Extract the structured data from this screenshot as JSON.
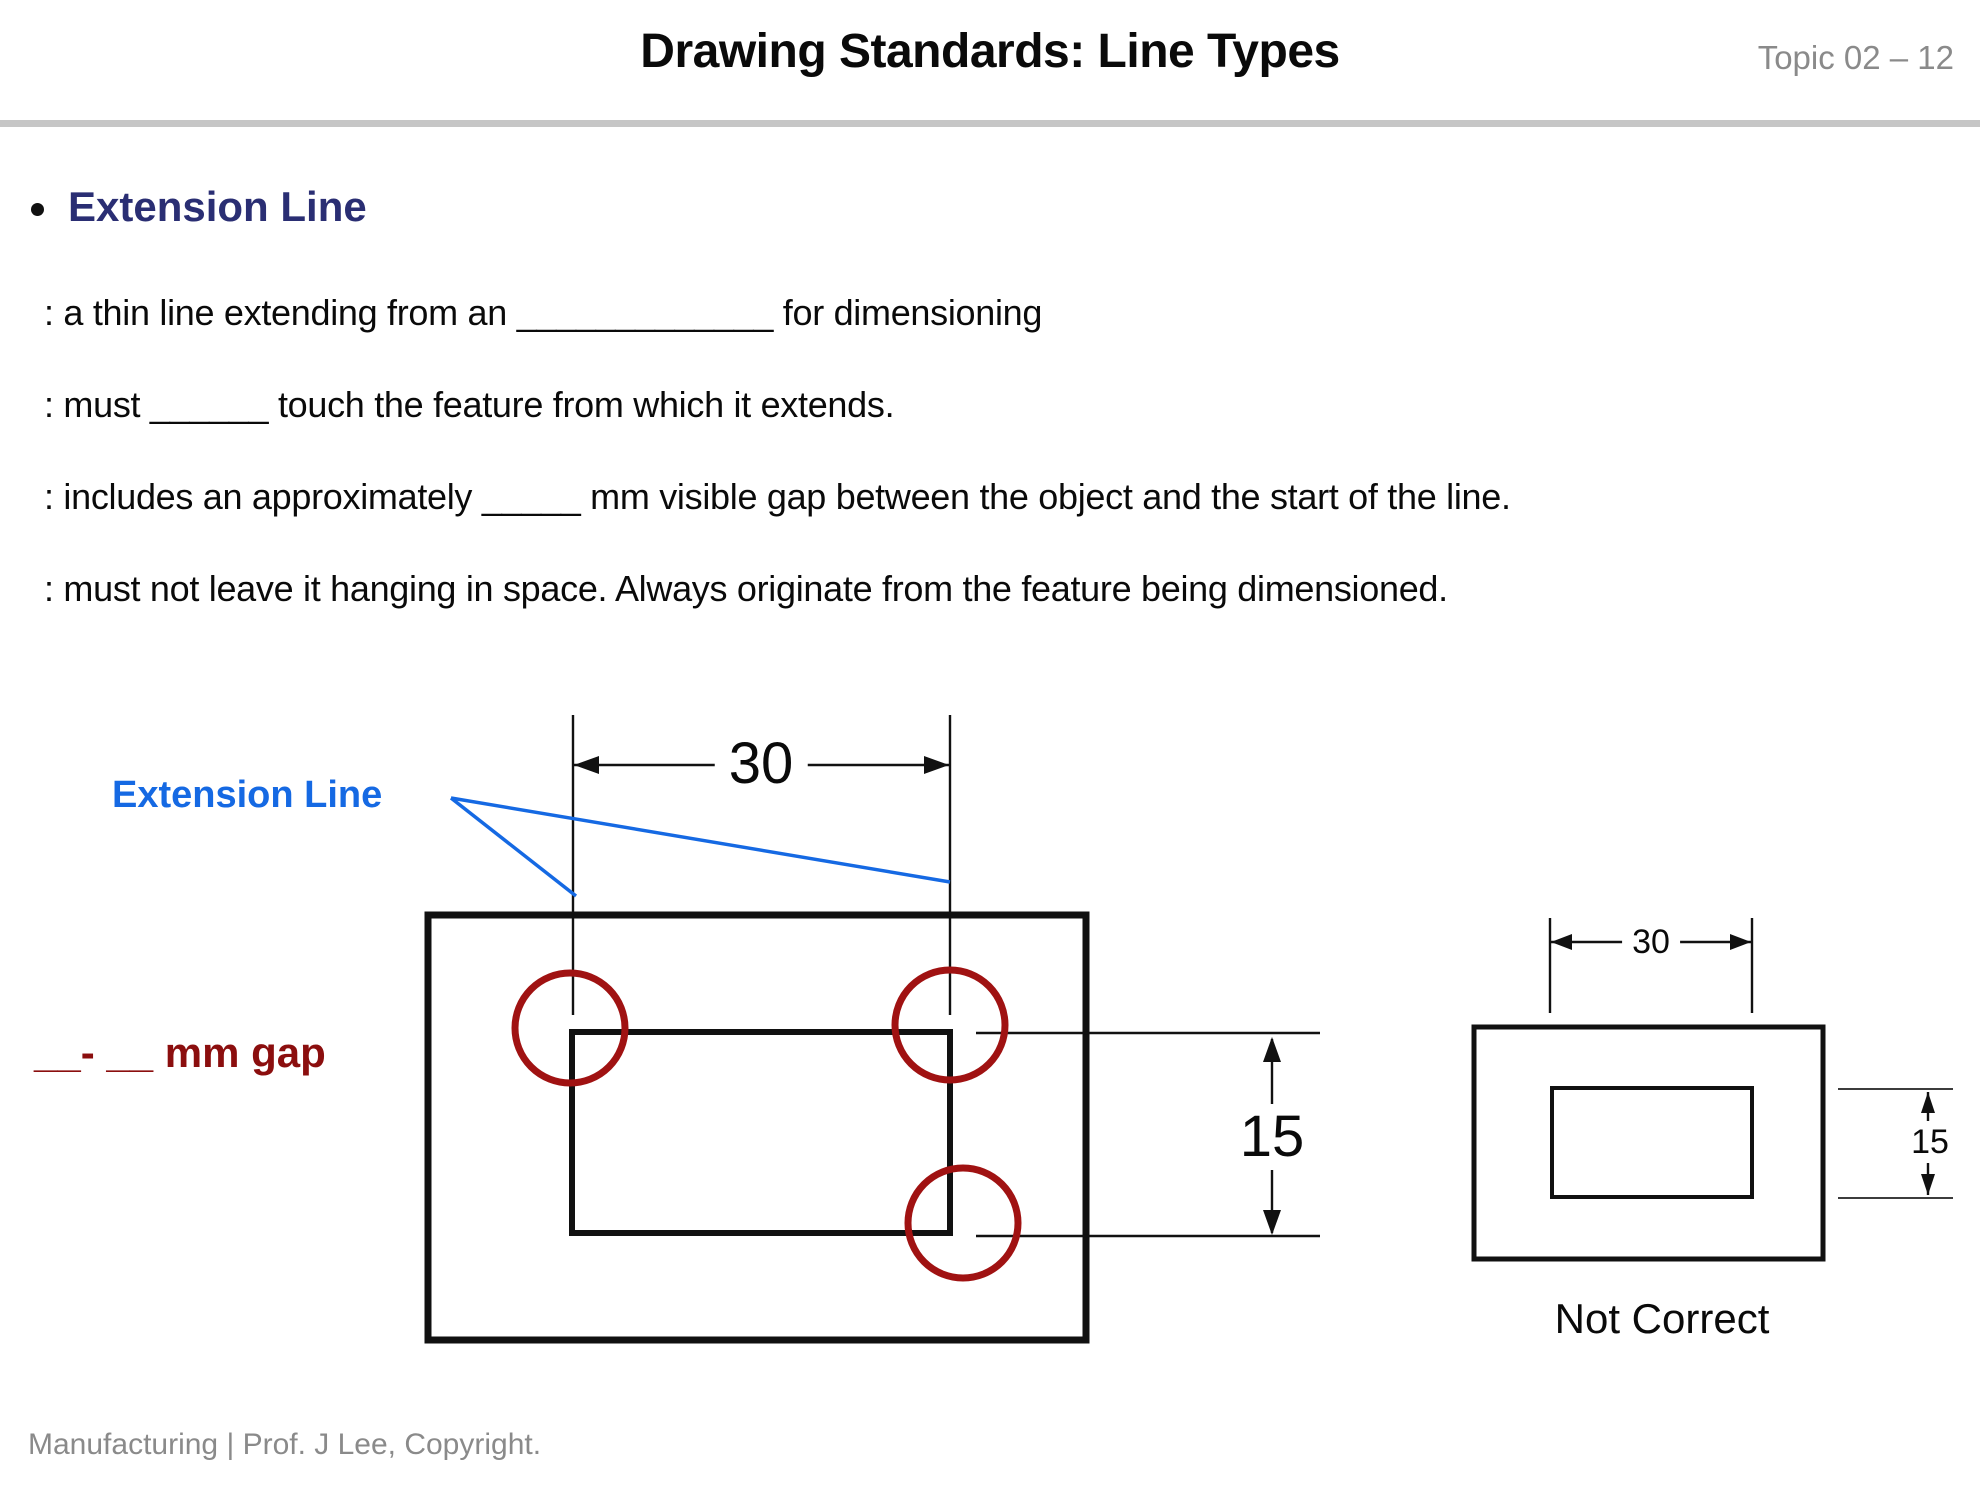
{
  "header": {
    "title": "Drawing Standards: Line Types",
    "topic": "Topic 02 – 12"
  },
  "bullet": {
    "heading": "Extension Line",
    "lines": [
      ": a thin line extending from an _____________ for dimensioning",
      ": must ______ touch the feature from which it extends.",
      ": includes an approximately _____ mm visible gap between the object and the start of the line.",
      ": must not leave it hanging in space. Always originate from the feature being dimensioned."
    ]
  },
  "diagram": {
    "extension_line_label": "Extension Line",
    "gap_label": "__- __ mm gap",
    "dim_width": "30",
    "dim_height": "15"
  },
  "not_correct": {
    "caption": "Not Correct",
    "dim_width": "30",
    "dim_height": "15"
  },
  "footer": "Manufacturing | Prof. J Lee, Copyright.",
  "colors": {
    "navy": "#2a2e73",
    "blue": "#1569e3",
    "dark_red": "#8b0e0e",
    "circle_red": "#a01212",
    "gray_text": "#8a8a8a",
    "rule_gray": "#c6c6c6",
    "black": "#0a0a0a"
  }
}
